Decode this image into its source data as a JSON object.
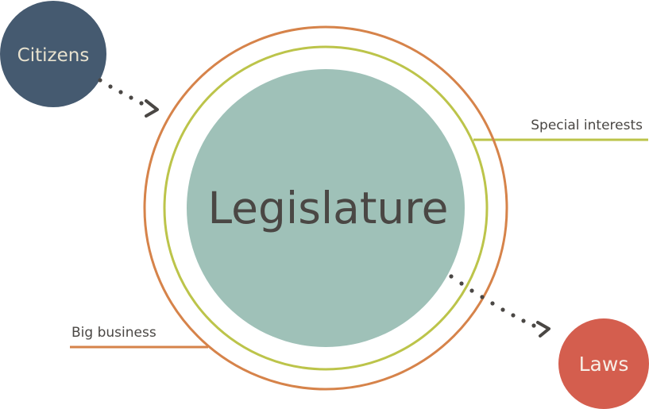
{
  "diagram": {
    "center": {
      "label": "Legislature"
    },
    "input": {
      "label": "Citizens"
    },
    "output": {
      "label": "Laws"
    },
    "influences": [
      {
        "label": "Special interests"
      },
      {
        "label": "Big business"
      }
    ]
  },
  "colors": {
    "center_fill": "#9fc1b8",
    "center_text": "#4a4744",
    "citizens_fill": "#455a70",
    "citizens_text": "#e8e2cf",
    "laws_fill": "#d45e4e",
    "laws_text": "#f7eee6",
    "special_interests_ring": "#bcc44a",
    "big_business_ring": "#d6834a",
    "arrow": "#4a4744",
    "label_text": "#4a4744"
  },
  "icons": {
    "input_arrow": "chevron-right-icon",
    "output_arrow": "chevron-right-icon"
  }
}
